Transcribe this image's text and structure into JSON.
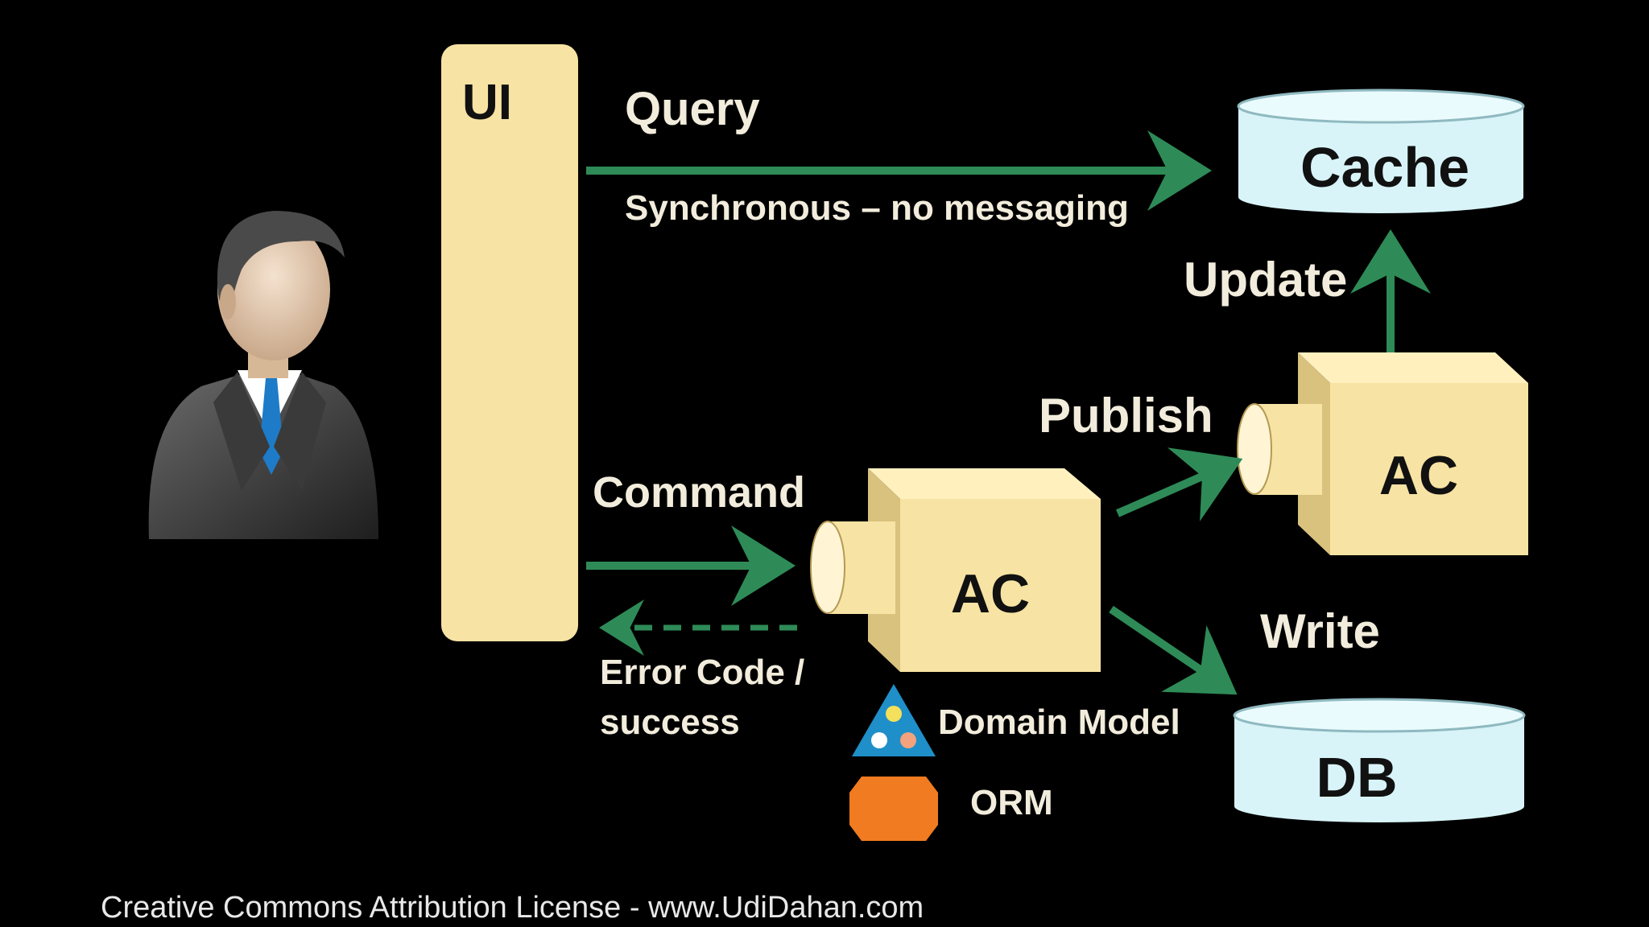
{
  "colors": {
    "background": "#000000",
    "ui_bar": "#f7e3a3",
    "ac_box": "#f7e3a3",
    "store": "#d8f4f8",
    "arrow": "#2e8b57",
    "label": "#f2ecdc",
    "orm": "#f07b20"
  },
  "ui": {
    "label": "UI"
  },
  "query": {
    "label": "Query",
    "note": "Synchronous – no messaging"
  },
  "cache": {
    "label": "Cache"
  },
  "update": {
    "label": "Update"
  },
  "publish": {
    "label": "Publish"
  },
  "command": {
    "label": "Command"
  },
  "error": {
    "line1": "Error Code /",
    "line2": "success"
  },
  "ac_main": {
    "label": "AC"
  },
  "ac_sub": {
    "label": "AC"
  },
  "write": {
    "label": "Write"
  },
  "db": {
    "label": "DB"
  },
  "legend": {
    "domain_model": {
      "label": "Domain Model",
      "icon": "domain-model-icon"
    },
    "orm": {
      "label": "ORM",
      "icon": "orm-icon"
    }
  },
  "user": {
    "icon": "businessman-icon"
  },
  "footer": {
    "credit": "Creative Commons Attribution License - www.UdiDahan.com"
  }
}
